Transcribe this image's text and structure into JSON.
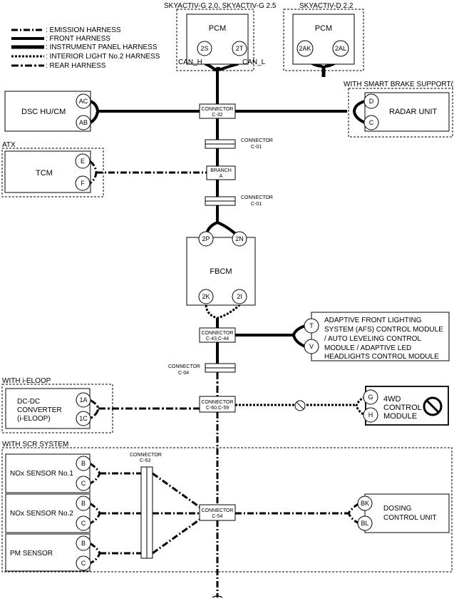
{
  "legend": {
    "emission": ": EMISSION HARNESS",
    "front": ": FRONT HARNESS",
    "instrument": ": INSTRUMENT PANEL HARNESS",
    "interior": ": INTERIOR LIGHT No.2 HARNESS",
    "rear": ": REAR HARNESS"
  },
  "groups": {
    "skyactiv_g": "SKYACTIV-G 2.0, SKYACTIV-G 2.5",
    "skyactiv_d": "SKYACTIV-D 2.2",
    "sbs": "WITH SMART BRAKE SUPPORT(SBS)",
    "atx": "ATX",
    "ieloop": "WITH i-ELOOP",
    "scr": "WITH SCR SYSTEM"
  },
  "modules": {
    "pcm_g": {
      "label": "PCM",
      "pins": [
        "2S",
        "2T"
      ]
    },
    "pcm_d": {
      "label": "PCM",
      "pins": [
        "2AK",
        "2AL"
      ]
    },
    "dsc": {
      "label": "DSC HU/CM",
      "pins": [
        "AC",
        "AB"
      ]
    },
    "radar": {
      "label": "RADAR UNIT",
      "pins": [
        "D",
        "C"
      ]
    },
    "tcm": {
      "label": "TCM",
      "pins": [
        "E",
        "F"
      ]
    },
    "fbcm": {
      "label": "FBCM",
      "pins_top": [
        "2P",
        "2N"
      ],
      "pins_bottom": [
        "2K",
        "2I"
      ]
    },
    "afs": {
      "lines": [
        "ADAPTIVE FRONT LIGHTING",
        "SYSTEM (AFS) CONTROL MODULE",
        "/ AUTO LEVELING CONTROL",
        "MODULE / ADAPTIVE LED",
        "HEADLIGHTS CONTROL MODULE"
      ],
      "pins": [
        "T",
        "V"
      ]
    },
    "dcdc": {
      "lines": [
        "DC-DC",
        "CONVERTER",
        "(i-ELOOP)"
      ],
      "pins": [
        "1A",
        "1C"
      ]
    },
    "awd": {
      "lines": [
        "4WD",
        "CONTROL",
        "MODULE"
      ],
      "pins": [
        "G",
        "H"
      ]
    },
    "nox1": {
      "label": "NOx SENSOR No.1",
      "pins": [
        "B",
        "C"
      ]
    },
    "nox2": {
      "label": "NOx SENSOR No.2",
      "pins": [
        "B",
        "C"
      ]
    },
    "pm": {
      "label": "PM SENSOR",
      "pins": [
        "B",
        "C"
      ]
    },
    "dosing": {
      "lines": [
        "DOSING",
        "CONTROL UNIT"
      ],
      "pins": [
        "BK",
        "BL"
      ]
    }
  },
  "wire_labels": {
    "can_h": "CAN_H",
    "can_l": "CAN_L"
  },
  "connectors": {
    "c32": {
      "title": "CONNECTOR",
      "id": "C-32"
    },
    "c01a": {
      "title": "CONNECTOR",
      "id": "C-01"
    },
    "branch_a": {
      "title": "BRANCH",
      "id": "A"
    },
    "c01b": {
      "title": "CONNECTOR",
      "id": "C-01"
    },
    "c43": {
      "title": "CONNECTOR",
      "id": "C-43,C-44"
    },
    "c04": {
      "title": "CONNECTOR",
      "id": "C-04"
    },
    "c60": {
      "title": "CONNECTOR",
      "id": "C-60,C-59"
    },
    "c53": {
      "title": "CONNECTOR",
      "id": "C-53"
    },
    "c54": {
      "title": "CONNECTOR",
      "id": "C-54"
    }
  }
}
